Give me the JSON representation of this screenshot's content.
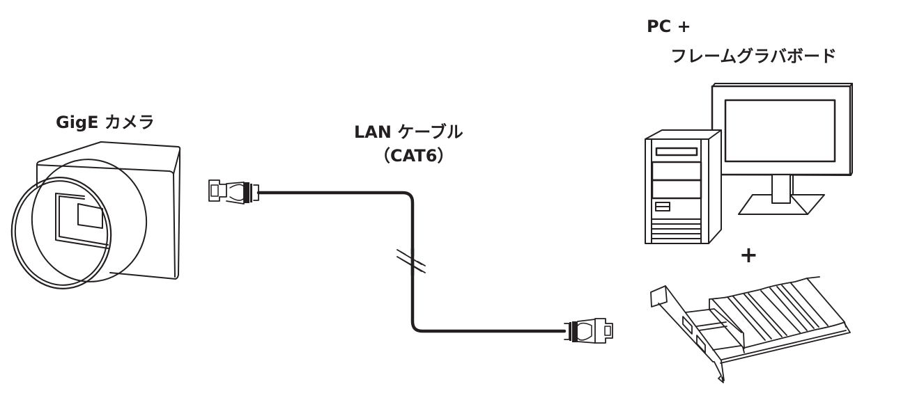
{
  "diagram": {
    "title": "GigE camera connection diagram",
    "nodes": {
      "camera": {
        "label": "GigE カメラ",
        "icon": "camera-icon"
      },
      "cable": {
        "label_line1": "LAN ケーブル",
        "label_line2": "（CAT6）",
        "icon": "lan-cable-icon"
      },
      "pc": {
        "label_line1": "PC +",
        "label_line2": "フレームグラバボード",
        "icon": "desktop-pc-icon"
      },
      "plus_sign": "+",
      "board": {
        "icon": "frame-grabber-board-icon"
      }
    },
    "connections": [
      {
        "from": "camera",
        "via": "cable",
        "to": "board"
      }
    ],
    "colors": {
      "ink": "#231f20",
      "background": "#ffffff"
    }
  }
}
